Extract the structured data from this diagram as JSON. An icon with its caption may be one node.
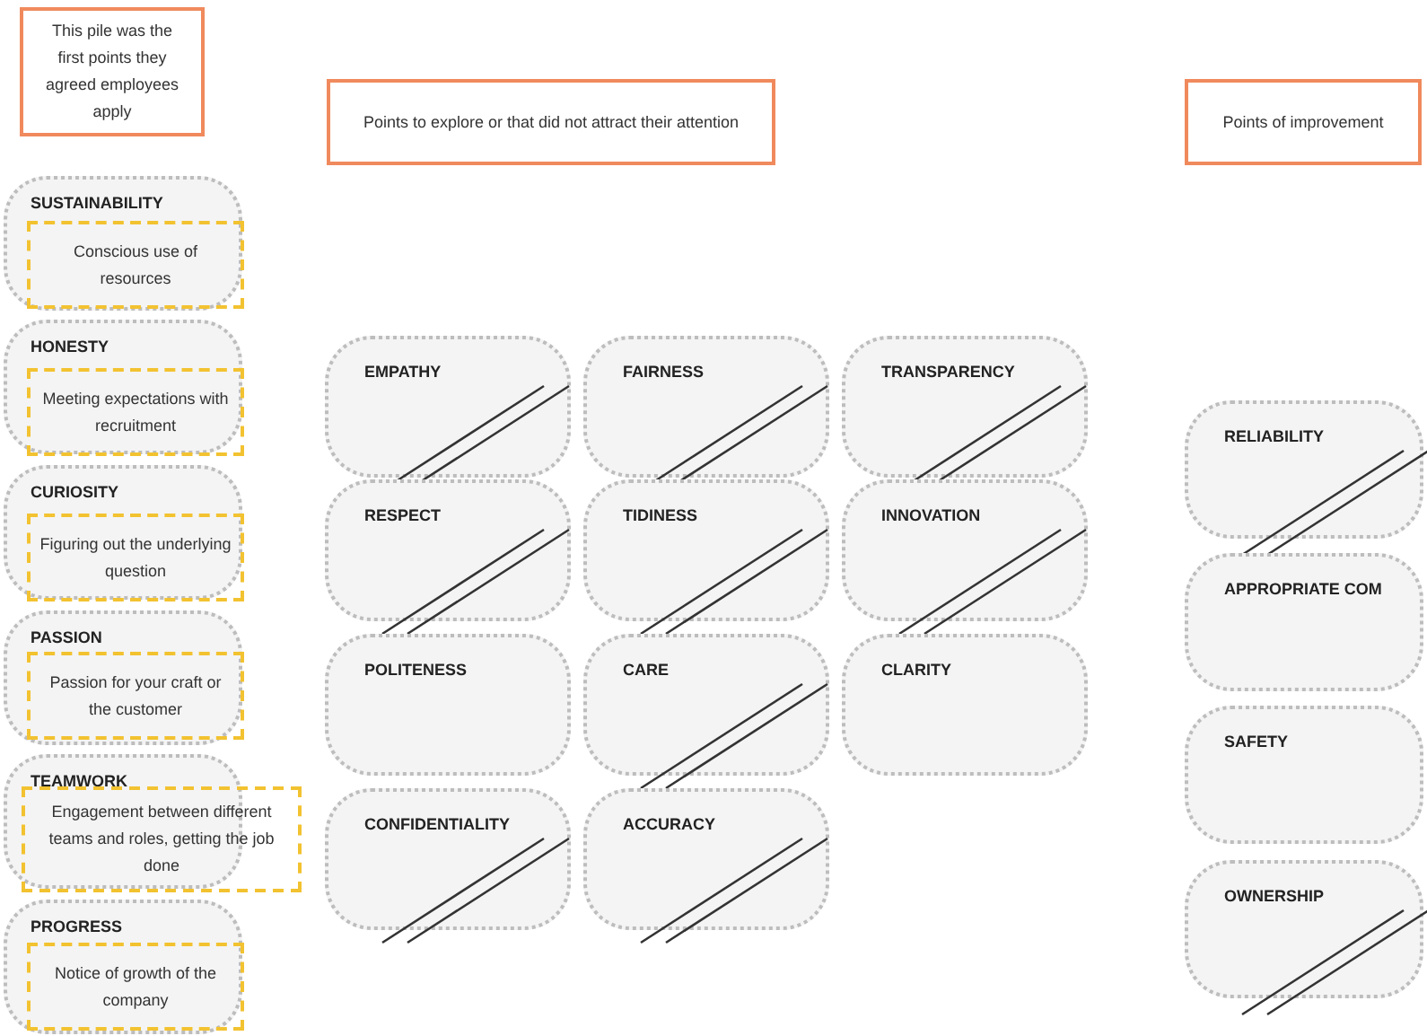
{
  "diagram": {
    "nodes": [
      {
        "text": [
          "This pile was the first points they agreed employees apply"
        ]
      },
      {
        "text": [
          "SUSTAINABILITY"
        ]
      },
      {
        "text": [
          "Conscious use of resources"
        ],
        "in": 1
      },
      {
        "text": [
          "HONESTY"
        ]
      },
      {
        "text": [
          "Meeting expectations with recruitment"
        ],
        "in": 3
      },
      {
        "text": [
          "CURIOSITY"
        ]
      },
      {
        "text": [
          "Figuring out the underlying question"
        ],
        "in": 5
      },
      {
        "text": [
          "PASSION"
        ]
      },
      {
        "text": [
          "Passion for your craft or the customer"
        ],
        "in": 7
      },
      {
        "text": [
          "TEAMWORK"
        ]
      },
      {
        "text": [
          "Engagement between different teams and roles, getting the job done"
        ]
      },
      {
        "text": [
          "PROGRESS"
        ]
      },
      {
        "text": [
          "Notice of growth of the company"
        ],
        "in": 11
      },
      {
        "text": [
          "Points to explore or that did not attract their attention"
        ]
      },
      {
        "text": [
          "EMPATHY"
        ]
      },
      {
        "text": [
          "FAIRNESS"
        ]
      },
      {
        "text": [
          "TRANSPARENCY"
        ]
      },
      {
        "text": [
          "RESPECT"
        ]
      },
      {
        "text": [
          "TIDINESS"
        ]
      },
      {
        "text": [
          "INNOVATION"
        ]
      },
      {
        "text": [
          "POLITENESS"
        ]
      },
      {
        "text": [
          "CARE"
        ]
      },
      {
        "text": [
          "CLARITY"
        ]
      },
      {
        "text": [
          "CONFIDENTIALITY"
        ]
      },
      {
        "text": [
          "ACCURACY"
        ]
      },
      {
        "text": [
          "Points of improvement"
        ]
      },
      {
        "text": [
          "RELIABILITY"
        ]
      },
      {
        "text": [
          "APPROPRIATE COM"
        ]
      },
      {
        "text": [
          "SAFETY"
        ]
      },
      {
        "text": [
          "OWNERSHIP"
        ]
      }
    ]
  }
}
